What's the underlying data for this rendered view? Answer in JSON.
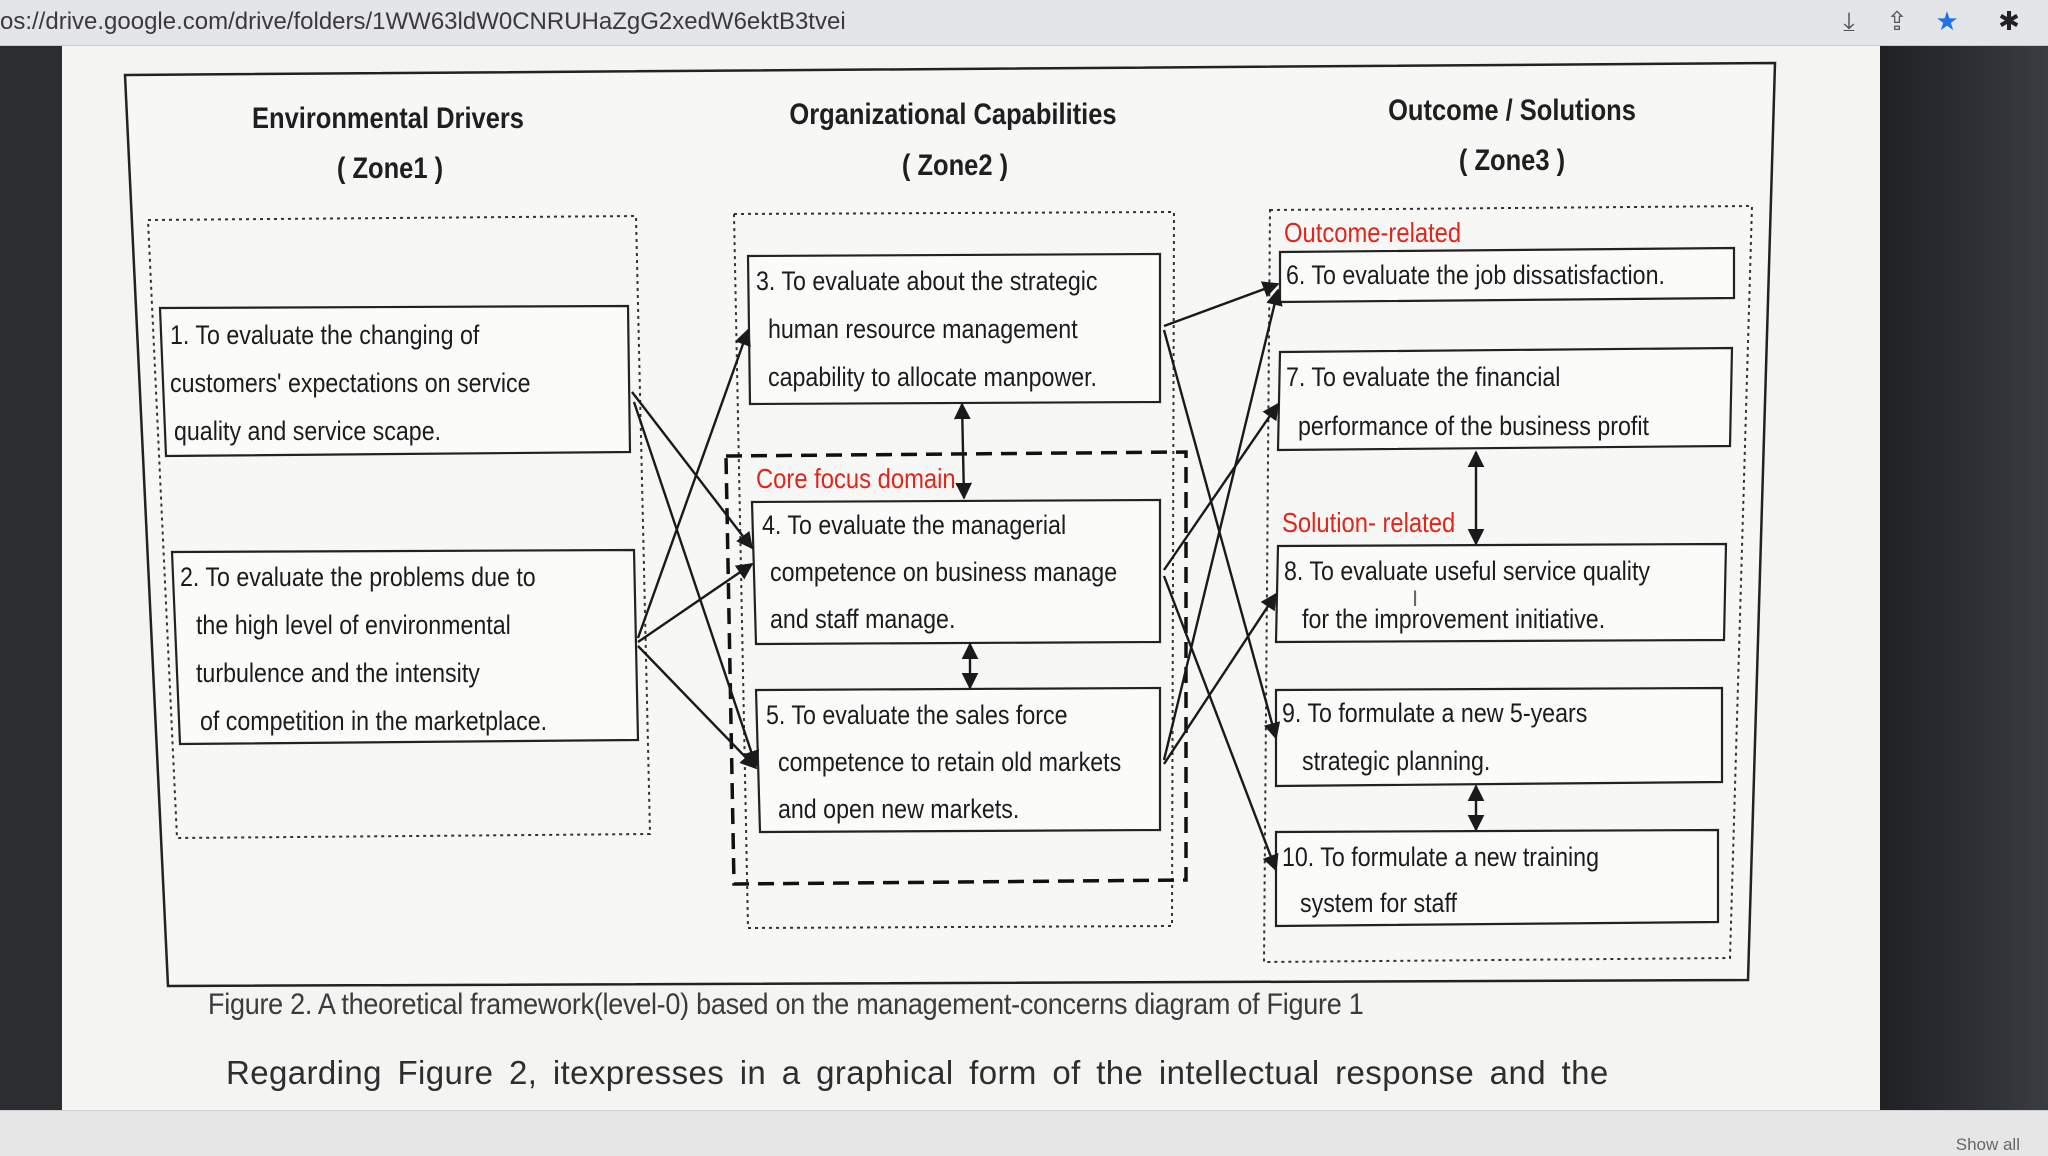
{
  "browser": {
    "url": "os://drive.google.com/drive/folders/1WW63ldW0CNRUHaZgG2xedW6ektB3tvei",
    "icons": [
      "download-icon",
      "share-icon",
      "star-icon",
      "extensions-icon"
    ],
    "show_all": "Show all"
  },
  "diagram": {
    "zones": [
      {
        "title": "Environmental Drivers",
        "subtitle": "( Zone1 )"
      },
      {
        "title": "Organizational Capabilities",
        "subtitle": "( Zone2 )"
      },
      {
        "title": "Outcome / Solutions",
        "subtitle": "( Zone3 )"
      }
    ],
    "group_labels": {
      "core": "Core focus domain",
      "outcome": "Outcome-related",
      "solution": "Solution- related"
    },
    "label_color": "#e0261b",
    "boxes": [
      {
        "id": 1,
        "lines": [
          "1. To  evaluate the changing of",
          "customers' expectations on service",
          "quality and service scape."
        ]
      },
      {
        "id": 2,
        "lines": [
          "2. To evaluate the problems due to",
          "the high level of  environmental",
          "turbulence and the  intensity",
          "of  competition in the marketplace."
        ]
      },
      {
        "id": 3,
        "lines": [
          "3. To evaluate about the strategic",
          "human resource management",
          "capability to allocate manpower."
        ]
      },
      {
        "id": 4,
        "lines": [
          "4. To evaluate  the managerial",
          "competence on business manage",
          "and staff manage."
        ]
      },
      {
        "id": 5,
        "lines": [
          "5. To evaluate the sales force",
          "competence to retain old markets",
          "and open new markets."
        ]
      },
      {
        "id": 6,
        "lines": [
          "6. To evaluate the job dissatisfaction."
        ]
      },
      {
        "id": 7,
        "lines": [
          "7. To evaluate the financial",
          "performance of the business profit"
        ]
      },
      {
        "id": 8,
        "lines": [
          "8. To evaluate useful service quality",
          "for the improvement initiative."
        ]
      },
      {
        "id": 9,
        "lines": [
          "9. To formulate  a new 5-years",
          "strategic planning."
        ]
      },
      {
        "id": 10,
        "lines": [
          "10. To formulate a  new training",
          "system for staff"
        ]
      }
    ]
  },
  "caption": "Figure 2. A theoretical framework(level-0) based on the management-concerns diagram of Figure 1",
  "body_text": "Regarding Figure 2, itexpresses in a graphical form of the intellectual response and the"
}
